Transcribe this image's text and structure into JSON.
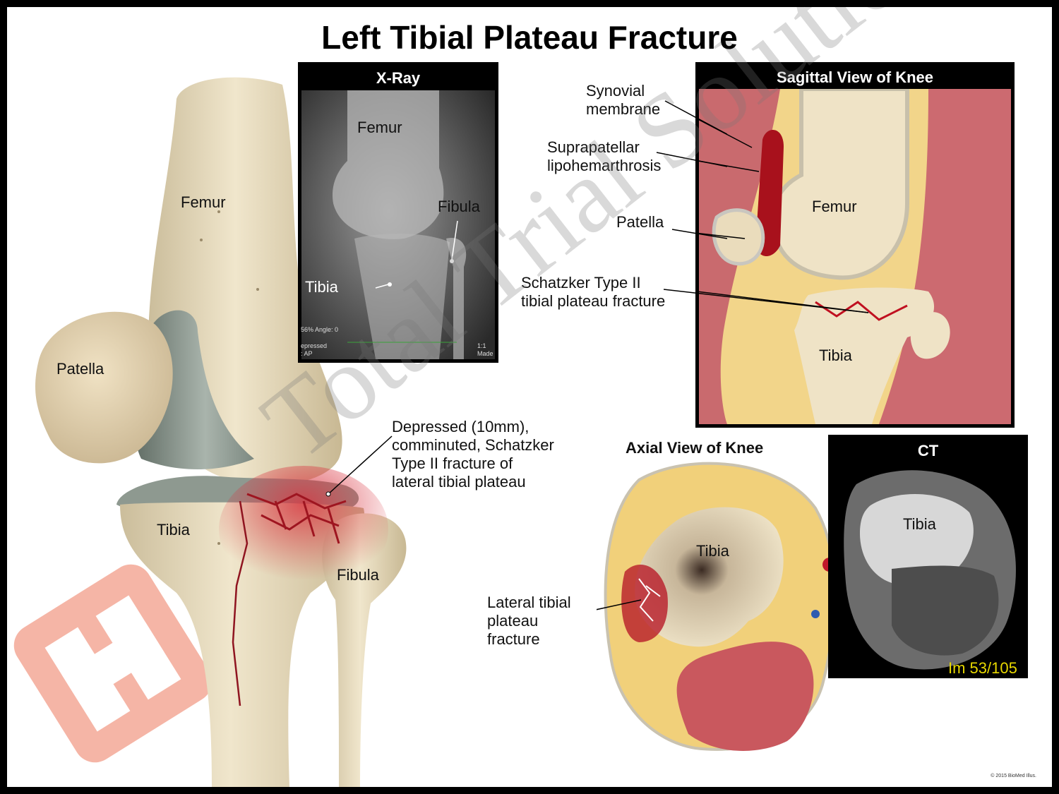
{
  "title": "Left Tibial Plateau Fracture",
  "main_illustration": {
    "labels": {
      "femur": "Femur",
      "patella": "Patella",
      "tibia": "Tibia",
      "fibula": "Fibula"
    },
    "fracture_callout": [
      "Depressed (10mm),",
      "comminuted, Schatzker",
      "Type II fracture of",
      "lateral tibial plateau"
    ]
  },
  "xray": {
    "header": "X-Ray",
    "labels": {
      "femur": "Femur",
      "fibula": "Fibula",
      "tibia": "Tibia"
    },
    "overlay_zoom": "56% Angle: 0",
    "overlay_left_1": "epressed",
    "overlay_left_2": ": AP",
    "overlay_right_1": "1:1",
    "overlay_right_2": "Made"
  },
  "sagittal": {
    "header": "Sagittal View of Knee",
    "labels": {
      "synovial": [
        "Synovial",
        "membrane"
      ],
      "suprapatellar": [
        "Suprapatellar",
        "lipohemarthrosis"
      ],
      "patella": "Patella",
      "schatzker": [
        "Schatzker Type II",
        "tibial plateau fracture"
      ],
      "femur": "Femur",
      "tibia": "Tibia"
    }
  },
  "axial": {
    "header": "Axial View of Knee",
    "labels": {
      "tibia": "Tibia",
      "lateral": [
        "Lateral tibial",
        "plateau",
        "fracture"
      ]
    }
  },
  "ct": {
    "header": "CT",
    "tibia_label": "Tibia",
    "image_index": "Im 53/105"
  },
  "watermark": {
    "text": "Total Trial Solutions",
    "logo_color": "#e8502a"
  },
  "copyright": "© 2015 BioMed Illus.",
  "colors": {
    "bone": "#e8dcc0",
    "cartilage": "#8a958c",
    "blood": "#c0182a",
    "muscle": "#c8646a",
    "fat": "#f2d58a"
  }
}
